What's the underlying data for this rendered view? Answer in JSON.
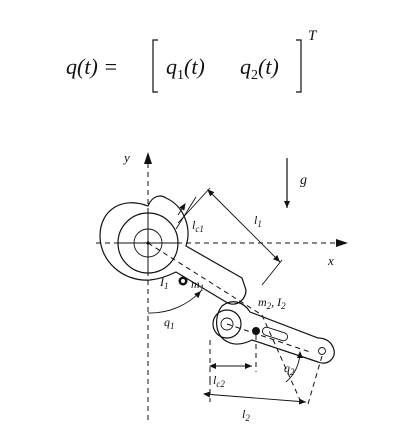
{
  "equation": {
    "lhs": "q(t) =",
    "q1": "q",
    "q1_sub": "1",
    "q1_arg": "(t)",
    "q2": "q",
    "q2_sub": "2",
    "q2_arg": "(t)",
    "superscript": "T"
  },
  "diagram": {
    "axis_y": "y",
    "axis_x": "x",
    "gravity": "g",
    "lc1": "l",
    "lc1_sub": "c1",
    "l1": "l",
    "l1_sub": "1",
    "I1": "I",
    "I1_sub": "1",
    "m1": "m",
    "m1_sub": "1",
    "m2I2": "m",
    "m2_sub": "2",
    "I2": "I",
    "I2_sub": "2",
    "q1": "q",
    "q1_sub": "1",
    "q2": "q",
    "q2_sub": "2",
    "lc2": "l",
    "lc2_sub": "c2",
    "l2": "l",
    "l2_sub": "2"
  }
}
